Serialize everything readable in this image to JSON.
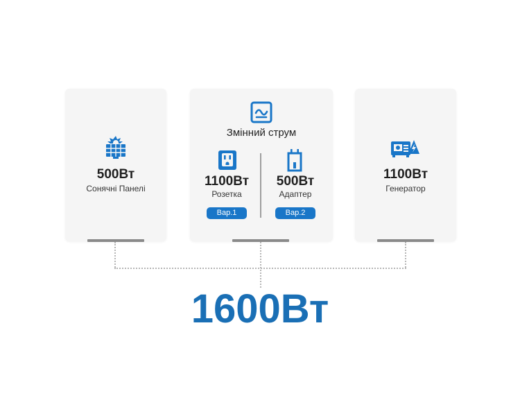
{
  "solar": {
    "power": "500Вт",
    "label": "Сонячні Панелі",
    "icon": "solar-panel-icon"
  },
  "ac": {
    "title": "Змінний струм",
    "icon": "ac-wave-icon",
    "outlet": {
      "power": "1100Вт",
      "label": "Розетка",
      "badge": "Вар.1",
      "icon": "outlet-icon"
    },
    "adapter": {
      "power": "500Вт",
      "label": "Адаптер",
      "badge": "Вар.2",
      "icon": "adapter-icon"
    }
  },
  "generator": {
    "power": "1100Вт",
    "label": "Генератор",
    "icon": "generator-icon"
  },
  "total": "1600Вт",
  "colors": {
    "accent": "#1976c8",
    "total": "#1a6fb5",
    "card": "#f5f5f5"
  }
}
